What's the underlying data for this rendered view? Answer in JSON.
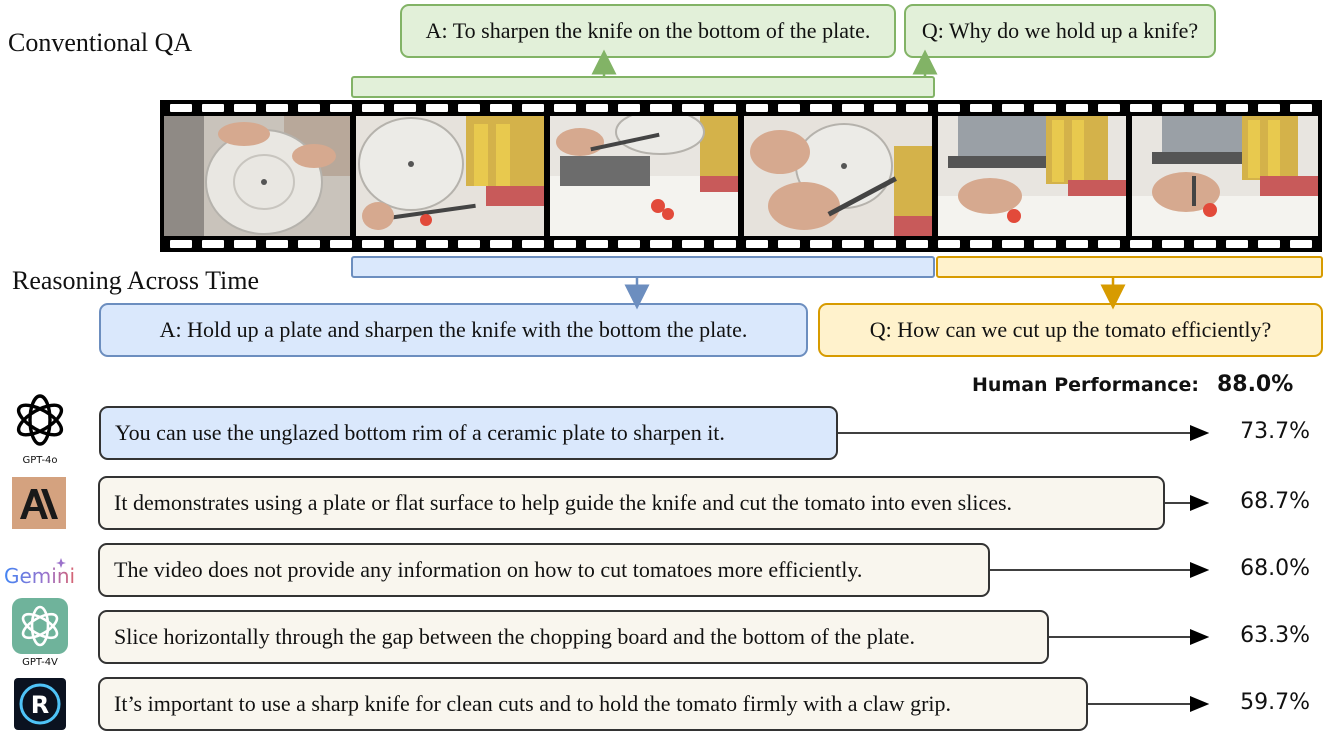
{
  "labels": {
    "conventional": "Conventional QA",
    "reasoning": "Reasoning Across Time"
  },
  "conventional_qa": {
    "answer": "A: To sharpen the knife on the bottom of the plate.",
    "question": "Q: Why do we hold up a knife?"
  },
  "reasoning_qa": {
    "answer": "A: Hold up a plate and sharpen the knife with the bottom the plate.",
    "question": "Q: How can we cut up the tomato efficiently?"
  },
  "human_performance": {
    "label": "Human Performance:",
    "value": "88.0%"
  },
  "models": [
    {
      "name": "GPT-4o",
      "caption": "GPT-4o",
      "icon": "openai-logo-icon",
      "answer": "You can use the unglazed bottom rim of a ceramic plate to sharpen it.",
      "score": "73.7%",
      "highlight": true
    },
    {
      "name": "Claude",
      "caption": "",
      "icon": "anthropic-logo-icon",
      "answer": "It demonstrates using a plate or flat surface to help guide the knife and cut the tomato into even slices.",
      "score": "68.7%",
      "highlight": false
    },
    {
      "name": "Gemini",
      "caption": "Gemini",
      "icon": "gemini-logo-icon",
      "answer": "The video does not provide any information on how to cut tomatoes more efficiently.",
      "score": "68.0%",
      "highlight": false
    },
    {
      "name": "GPT-4V",
      "caption": "GPT-4V",
      "icon": "openai-logo-icon",
      "answer": "Slice horizontally through the gap between the chopping board and the bottom of the plate.",
      "score": "63.3%",
      "highlight": false
    },
    {
      "name": "Reka",
      "caption": "",
      "icon": "reka-logo-icon",
      "answer": "It’s important to use a sharp knife for clean cuts and to hold the tomato firmly with a claw grip.",
      "score": "59.7%",
      "highlight": false
    }
  ],
  "colors": {
    "green_fill": "#e2f0d9",
    "green_border": "#82b366",
    "blue_fill": "#dae8fc",
    "blue_border": "#6c8ebf",
    "orange_fill": "#fff2cc",
    "orange_border": "#d79b00",
    "model_fill": "#f9f6ee"
  }
}
